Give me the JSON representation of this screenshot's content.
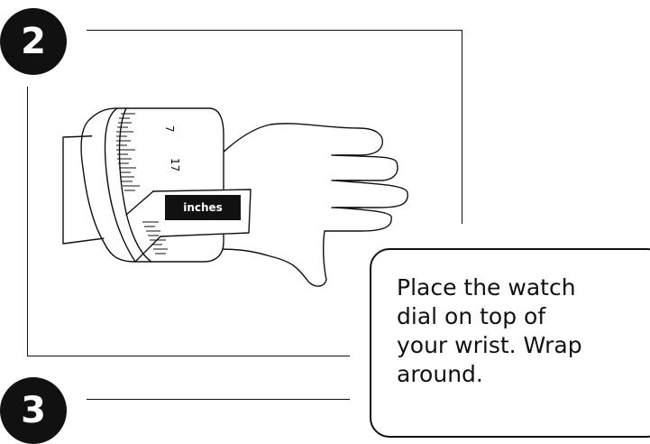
{
  "steps": {
    "current": {
      "number": "2"
    },
    "next": {
      "number": "3"
    }
  },
  "tape": {
    "unit_label": "inches",
    "tick_labels": [
      "7",
      "17"
    ]
  },
  "callout": {
    "text": "Place the watch\ndial on top of\nyour wrist. Wrap\naround."
  },
  "icons": {
    "illustration": "wrist-with-measuring-tape"
  }
}
